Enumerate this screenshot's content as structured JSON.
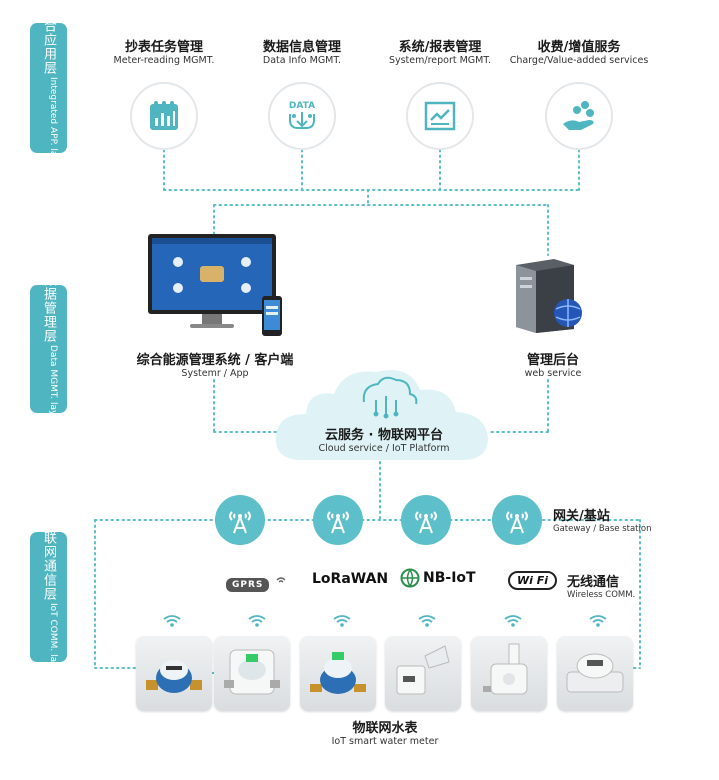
{
  "layers": {
    "app": {
      "zh": "综合应用层",
      "en": "Integrated APP. layer"
    },
    "data": {
      "zh": "数据管理层",
      "en": "Data MGMT. layer"
    },
    "iot": {
      "zh": "物联网通信层",
      "en": "IoT COMM. layer"
    }
  },
  "apps": [
    {
      "zh": "抄表任务管理",
      "en": "Meter-reading MGMT.",
      "icon": "bar-chart-icon"
    },
    {
      "zh": "数据信息管理",
      "en": "Data Info MGMT.",
      "icon": "data-icon",
      "icon_text": "DATA"
    },
    {
      "zh": "系统/报表管理",
      "en": "System/report MGMT.",
      "icon": "report-icon"
    },
    {
      "zh": "收费/增值服务",
      "en": "Charge/Value-added services",
      "icon": "hand-coins-icon"
    }
  ],
  "system": {
    "zh": "综合能源管理系统  /  客户端",
    "en": "Systemr / App"
  },
  "backend": {
    "zh": "管理后台",
    "en": "web service"
  },
  "cloud": {
    "zh": "云服务 · 物联网平台",
    "en": "Cloud service / IoT Platform"
  },
  "gateway": {
    "zh": "网关/基站",
    "en": "Gateway / Base station"
  },
  "wireless": {
    "zh": "无线通信",
    "en": "Wireless COMM."
  },
  "brands": {
    "gprs": "GPRS",
    "lorawan": "LoRaWAN",
    "nbiot": "NB-IoT",
    "wifi": "Wi Fi"
  },
  "meters": {
    "zh": "物联网水表",
    "en": "IoT smart water meter"
  },
  "colors": {
    "teal": "#4fb6c1",
    "dots": "#5cbfc9"
  }
}
